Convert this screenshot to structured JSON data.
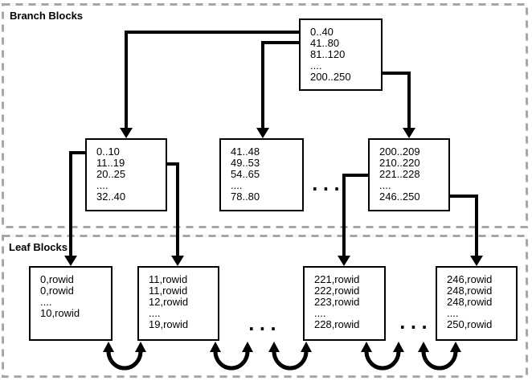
{
  "sections": {
    "branch": {
      "label": "Branch Blocks"
    },
    "leaf": {
      "label": "Leaf Blocks"
    }
  },
  "blocks": {
    "root": {
      "lines": [
        "0..40",
        "41..80",
        "81..120",
        "....",
        "200..250"
      ]
    },
    "branch_left": {
      "lines": [
        "0..10",
        "11..19",
        "20..25",
        "....",
        "32..40"
      ]
    },
    "branch_middle": {
      "lines": [
        "41..48",
        "49..53",
        "54..65",
        "....",
        "78..80"
      ]
    },
    "branch_right": {
      "lines": [
        "200..209",
        "210..220",
        "221..228",
        "....",
        "246..250"
      ]
    },
    "leaf_1": {
      "lines": [
        "0,rowid",
        "0,rowid",
        "....",
        "10,rowid"
      ]
    },
    "leaf_2": {
      "lines": [
        "11,rowid",
        "11,rowid",
        "12,rowid",
        "....",
        "19,rowid"
      ]
    },
    "leaf_3": {
      "lines": [
        "221,rowid",
        "222,rowid",
        "223,rowid",
        "....",
        "228,rowid"
      ]
    },
    "leaf_4": {
      "lines": [
        "246,rowid",
        "248,rowid",
        "248,rowid",
        "....",
        "250,rowid"
      ]
    }
  },
  "ellipsis": {
    "branch_level": "...",
    "leaf_level_left": "...",
    "leaf_level_right": "..."
  },
  "colors": {
    "connector": "#000000",
    "block_border": "#000000",
    "dashed_frame": "#a6a6a6",
    "background": "#ffffff",
    "text": "#000000"
  }
}
